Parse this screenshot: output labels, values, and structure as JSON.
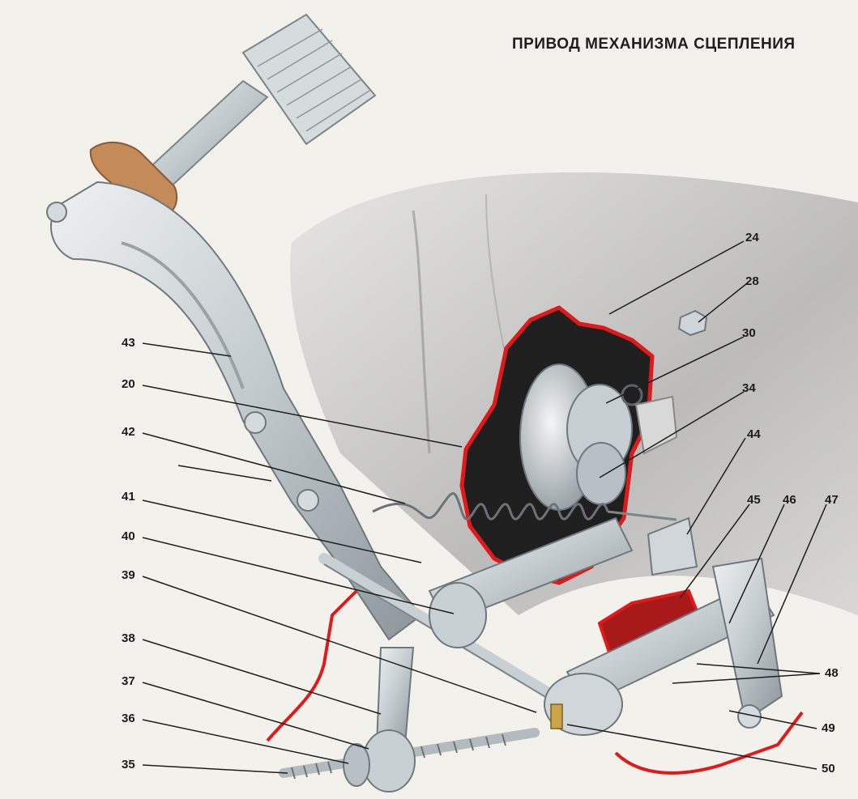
{
  "title": "ПРИВОД МЕХАНИЗМА СЦЕПЛЕНИЯ",
  "colors": {
    "background": "#f3f1ec",
    "metal": "#c9d0d4",
    "metal_dark": "#8e979c",
    "cutaway_red": "#e01a1a",
    "housing": "#b9b9b9",
    "cavity": "#1f1f1f",
    "pad": "#c48a58"
  },
  "callouts": [
    {
      "id": "24",
      "text": "24"
    },
    {
      "id": "28",
      "text": "28"
    },
    {
      "id": "30",
      "text": "30"
    },
    {
      "id": "34",
      "text": "34"
    },
    {
      "id": "44",
      "text": "44"
    },
    {
      "id": "45",
      "text": "45"
    },
    {
      "id": "46",
      "text": "46"
    },
    {
      "id": "47",
      "text": "47"
    },
    {
      "id": "43",
      "text": "43"
    },
    {
      "id": "20",
      "text": "20"
    },
    {
      "id": "42",
      "text": "42"
    },
    {
      "id": "41",
      "text": "41"
    },
    {
      "id": "40",
      "text": "40"
    },
    {
      "id": "39",
      "text": "39"
    },
    {
      "id": "38",
      "text": "38"
    },
    {
      "id": "37",
      "text": "37"
    },
    {
      "id": "36",
      "text": "36"
    },
    {
      "id": "35",
      "text": "35"
    },
    {
      "id": "48",
      "text": "48"
    },
    {
      "id": "49",
      "text": "49"
    },
    {
      "id": "50",
      "text": "50"
    }
  ]
}
